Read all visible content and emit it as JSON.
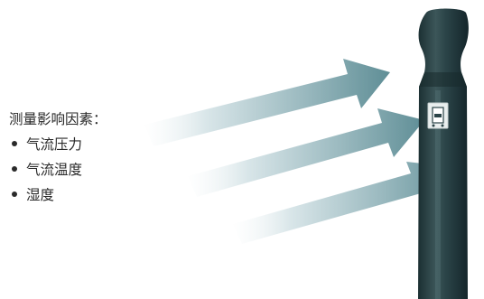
{
  "factors": {
    "title": "测量影响因素：",
    "items": [
      {
        "label": "气流压力"
      },
      {
        "label": "气流温度"
      },
      {
        "label": "湿度"
      }
    ]
  },
  "colors": {
    "text": "#2a2a2a",
    "arrow_head": "#5f8e96",
    "arrow_tail": "#f3f7f8",
    "probe_body": "#2b4448",
    "probe_dark": "#17292c",
    "probe_highlight": "#5d7a7d",
    "sensor_window": "#e9eeee"
  },
  "icons": [
    "airflow-arrow",
    "sensor-probe"
  ]
}
